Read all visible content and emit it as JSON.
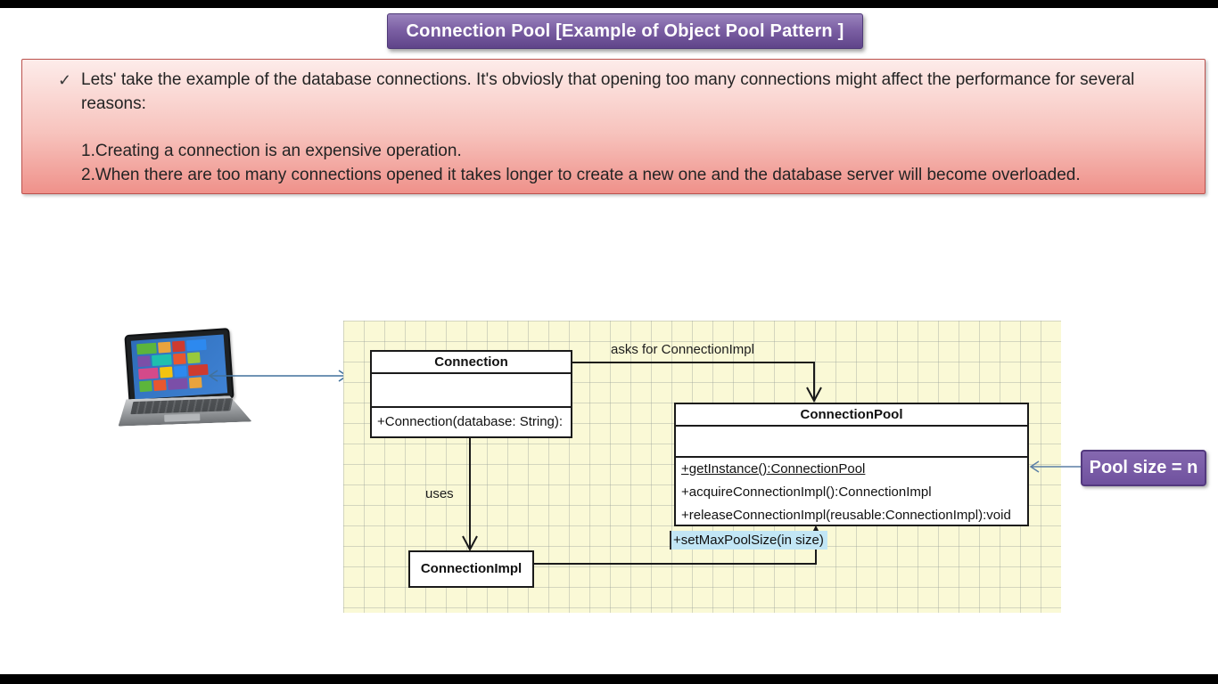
{
  "title_banner": {
    "text": "Connection Pool [Example of Object Pool Pattern ]"
  },
  "note_box": {
    "bullet": "✓",
    "intro": "Lets' take the example of the database connections. It's obviosly that opening too many connections might affect the performance for several reasons:",
    "items": [
      "1.Creating a connection is an expensive operation.",
      "2.When there are too many connections opened it takes longer to create a new one and the database server will become overloaded."
    ]
  },
  "uml": {
    "connection": {
      "name": "Connection",
      "method": "+Connection(database: String):"
    },
    "connection_pool": {
      "name": "ConnectionPool",
      "methods": [
        "+getInstance():ConnectionPool",
        "+acquireConnectionImpl():ConnectionImpl",
        "+releaseConnectionImpl(reusable:ConnectionImpl):void"
      ]
    },
    "connection_impl": {
      "name": "ConnectionImpl"
    },
    "edge_labels": {
      "asks": "asks for ConnectionImpl",
      "uses": "uses"
    },
    "highlight_method": "+setMaxPoolSize(in size)"
  },
  "callout": {
    "pool_size": "Pool size = n"
  },
  "colors": {
    "banner_purple": "#6f519e",
    "note_pink_bottom": "#ef918a",
    "note_border_red": "#bc524e",
    "grid_background": "#faf9d6",
    "highlight_blue": "#c2e6f5",
    "thin_arrow_blue": "#41719c",
    "uml_line_black": "#1a1a1a"
  }
}
